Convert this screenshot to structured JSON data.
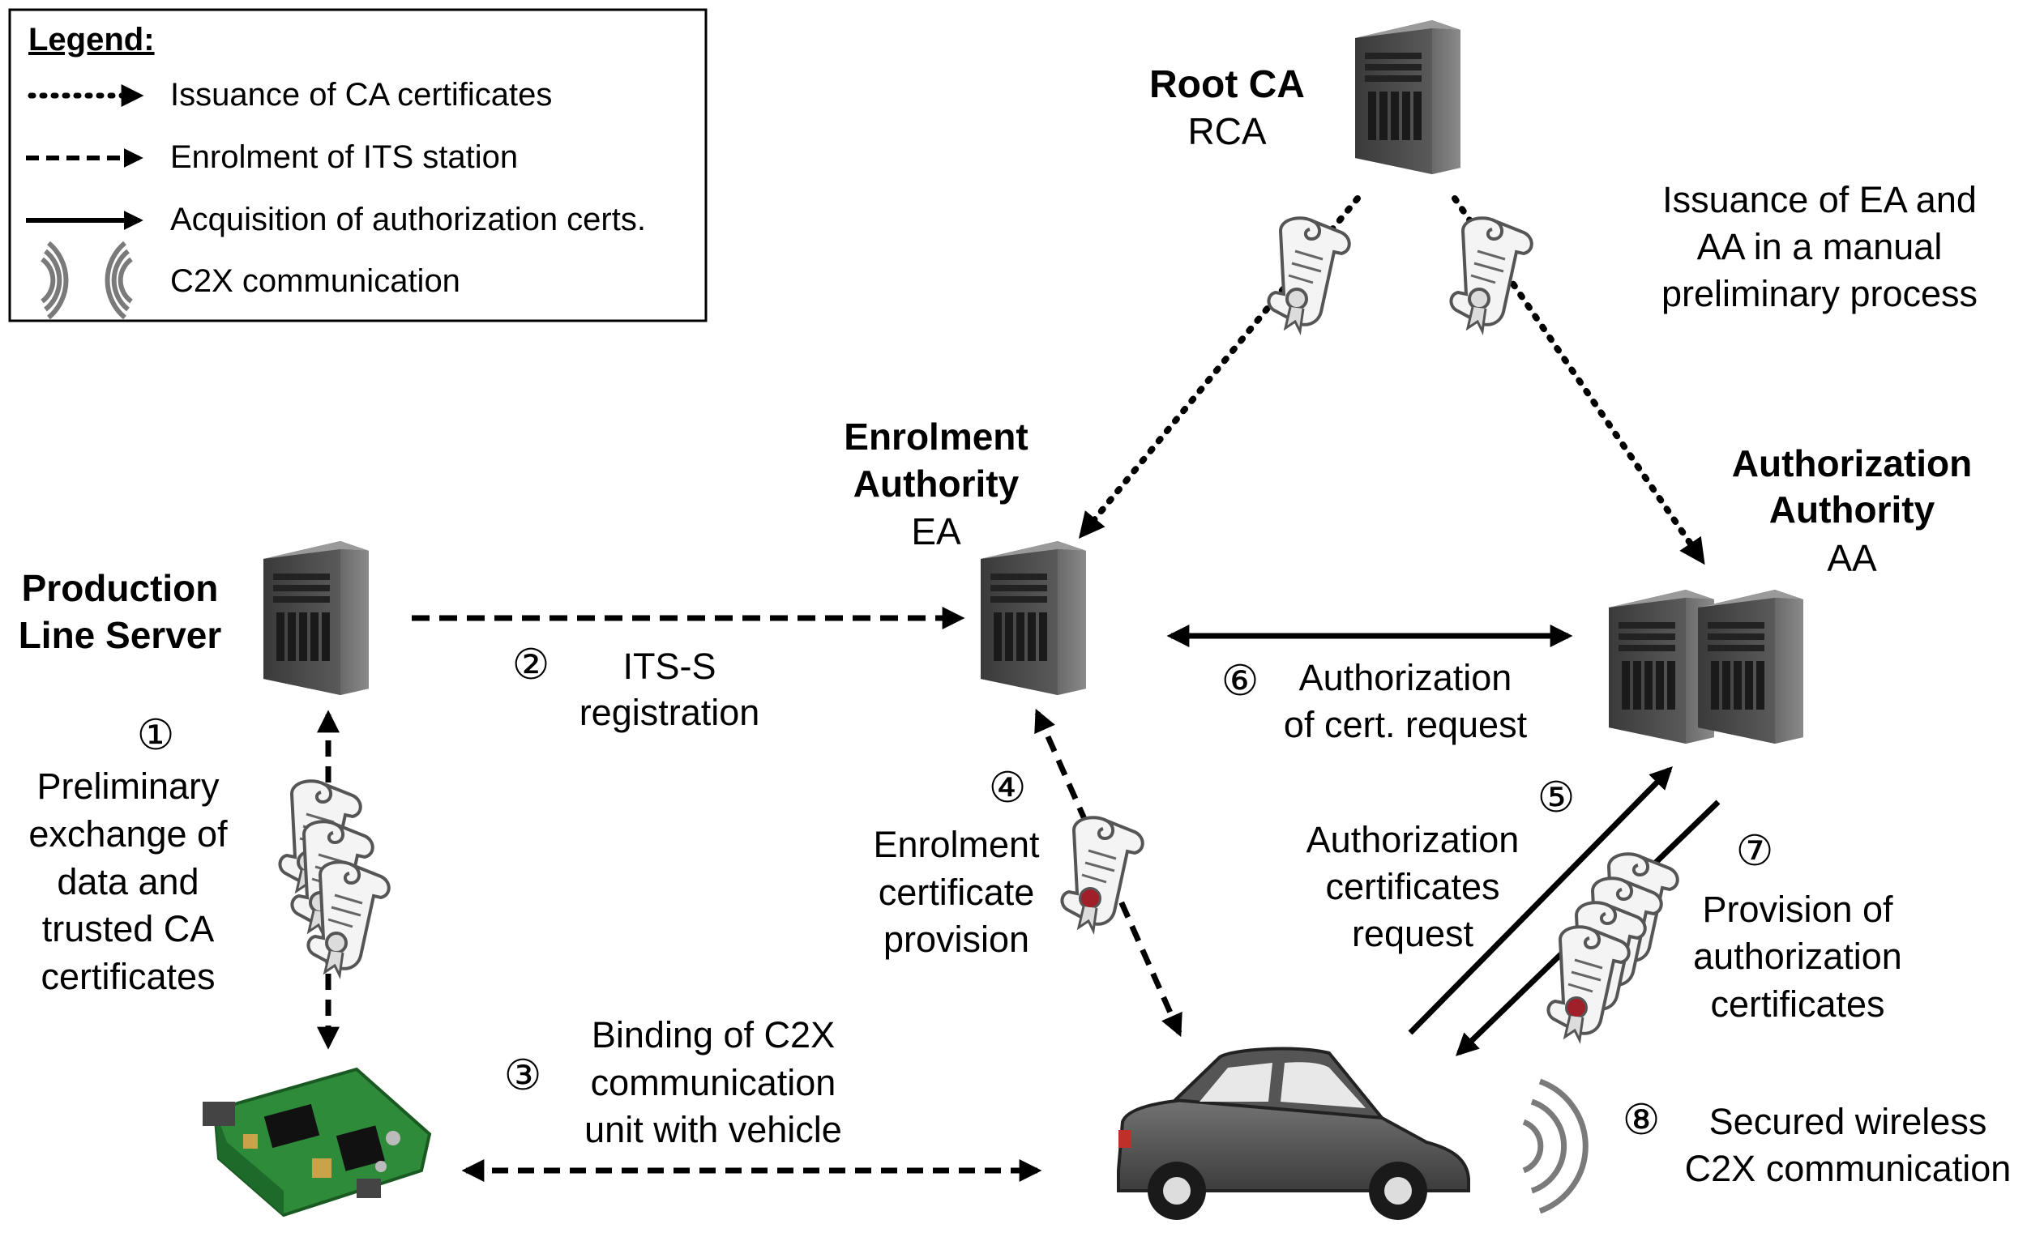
{
  "legend": {
    "title": "Legend:",
    "items": [
      {
        "label": "Issuance of CA certificates"
      },
      {
        "label": "Enrolment of ITS station"
      },
      {
        "label": "Acquisition of authorization certs."
      },
      {
        "label": "C2X communication"
      }
    ]
  },
  "nodes": {
    "root_ca": {
      "name": "Root CA",
      "abbr": "RCA"
    },
    "ea": {
      "name_lines": [
        "Enrolment",
        "Authority"
      ],
      "abbr": "EA"
    },
    "aa": {
      "name_lines": [
        "Authorization",
        "Authority"
      ],
      "abbr": "AA"
    },
    "pls": {
      "name_lines": [
        "Production",
        "Line Server"
      ]
    }
  },
  "notes": {
    "manual_process": [
      "Issuance of EA and",
      "AA in a manual",
      "preliminary process"
    ]
  },
  "steps": [
    {
      "num": "①",
      "lines": [
        "Preliminary",
        "exchange of",
        "data and",
        "trusted CA",
        "certificates"
      ]
    },
    {
      "num": "②",
      "lines": [
        "ITS-S",
        "registration"
      ]
    },
    {
      "num": "③",
      "lines": [
        "Binding of C2X",
        "communication",
        "unit with vehicle"
      ]
    },
    {
      "num": "④",
      "lines": [
        "Enrolment",
        "certificate",
        "provision"
      ]
    },
    {
      "num": "⑤",
      "lines": [
        "Authorization",
        "certificates",
        "request"
      ]
    },
    {
      "num": "⑥",
      "lines": [
        "Authorization",
        "of cert. request"
      ]
    },
    {
      "num": "⑦",
      "lines": [
        "Provision of",
        "authorization",
        "certificates"
      ]
    },
    {
      "num": "⑧",
      "lines": [
        "Secured wireless",
        "C2X communication"
      ]
    }
  ]
}
